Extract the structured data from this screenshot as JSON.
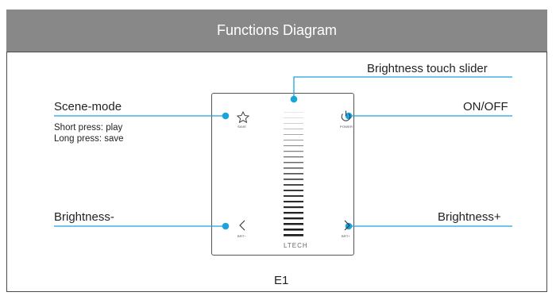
{
  "title": "Functions Diagram",
  "labels": {
    "scene_mode": "Scene-mode",
    "short_press": "Short press: play",
    "long_press": "Long press: save",
    "brightness_slider": "Brightness touch slider",
    "on_off": "ON/OFF",
    "brightness_minus": "Brightness-",
    "brightness_plus": "Brightness+"
  },
  "panel": {
    "save_text": "SAVE",
    "power_text": "POWER",
    "brt_minus_text": "BRT−",
    "brt_plus_text": "BRT+",
    "brand": "LTECH"
  },
  "model": "E1",
  "colors": {
    "header_bg": "#888888",
    "accent": "#1aa3dd",
    "line": "#1aa3dd"
  },
  "icons": [
    "star-icon",
    "power-icon",
    "chevron-left-icon",
    "chevron-right-icon"
  ]
}
